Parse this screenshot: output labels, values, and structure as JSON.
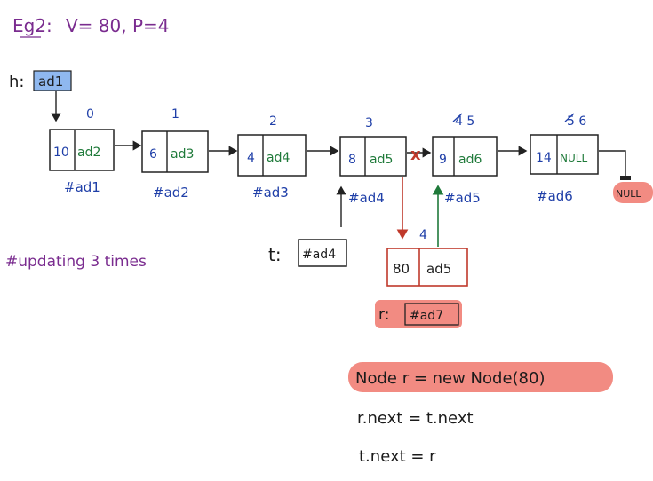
{
  "header": {
    "title": "Eg2:",
    "params": "V= 80,  P=4"
  },
  "head_ptr": {
    "label": "h:",
    "value": "ad1"
  },
  "nodes": [
    {
      "index": "0",
      "data": "10",
      "next": "ad2",
      "addr": "#ad1"
    },
    {
      "index": "1",
      "data": "6",
      "next": "ad3",
      "addr": "#ad2"
    },
    {
      "index": "2",
      "data": "4",
      "next": "ad4",
      "addr": "#ad3"
    },
    {
      "index": "3",
      "data": "8",
      "next": "ad5",
      "addr": "#ad4"
    },
    {
      "index": "4 5",
      "data": "9",
      "next": "ad6",
      "addr": "#ad5"
    },
    {
      "index": "5 6",
      "data": "14",
      "next": "NULL",
      "addr": "#ad6"
    }
  ],
  "null_badge": "NULL",
  "note": "#updating 3 times",
  "temp_ptr": {
    "label": "t:",
    "value": "#ad4"
  },
  "new_node": {
    "index": "4",
    "data": "80",
    "next": "ad5"
  },
  "r_ptr": {
    "label": "r:",
    "value": "#ad7"
  },
  "code": [
    "Node r = new Node(80)",
    "r.next = t.next",
    "t.next = r"
  ],
  "colors": {
    "purple": "#7a2c8f",
    "blue": "#1f3fa8",
    "green": "#1f7a3a",
    "red": "#c0392b",
    "highlight_red": "#f28b82",
    "highlight_blue": "#8fb8ef"
  }
}
